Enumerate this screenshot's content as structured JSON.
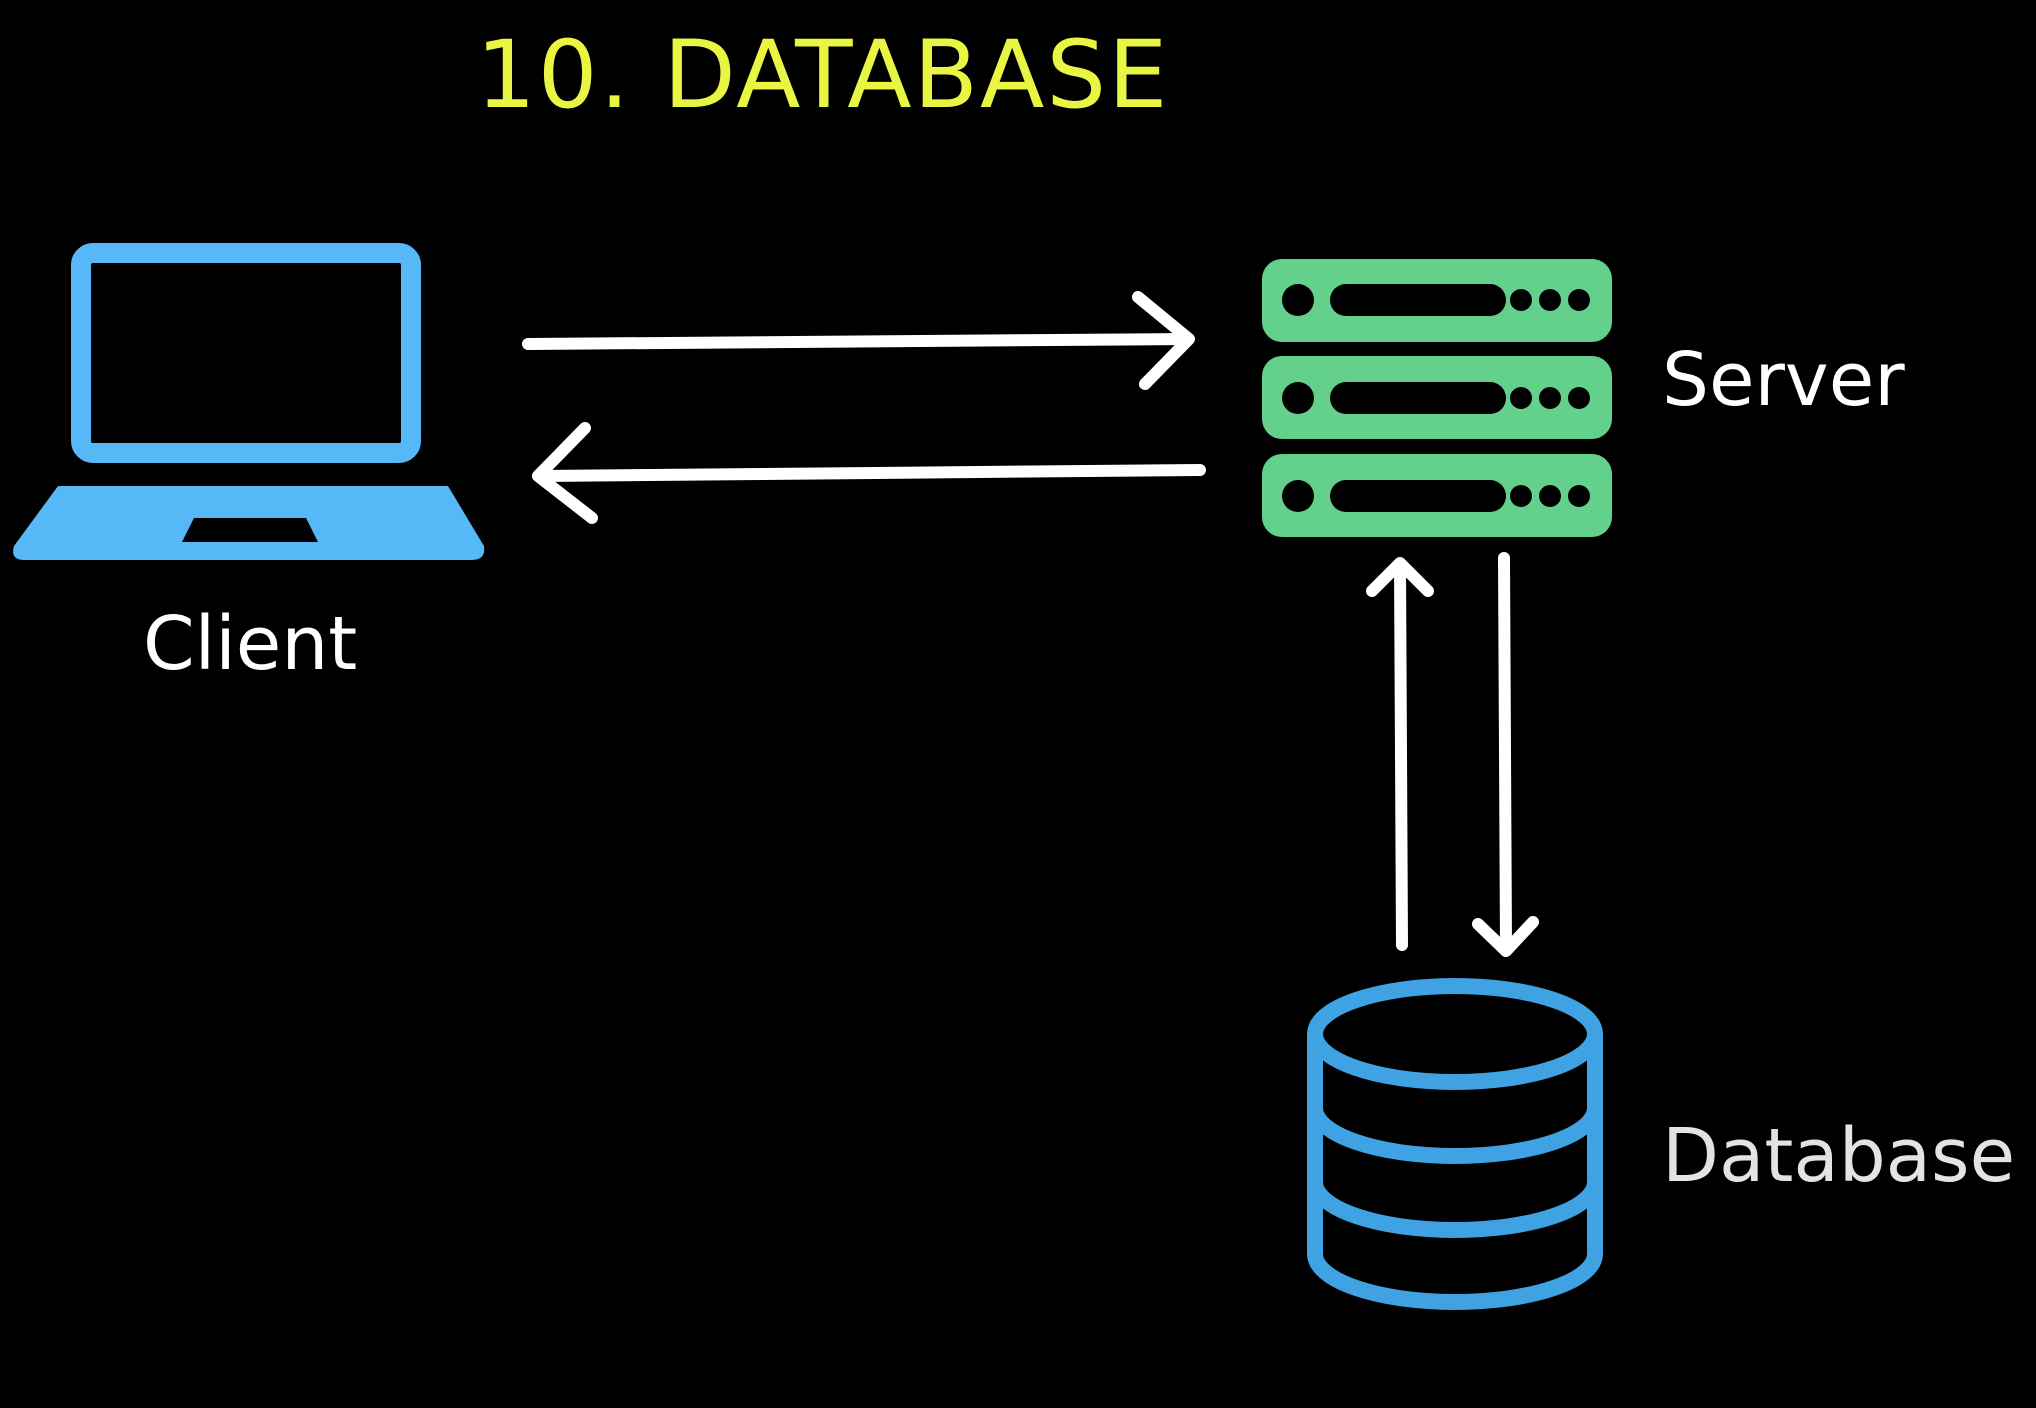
{
  "title": "10. DATABASE",
  "nodes": {
    "client": {
      "label": "Client",
      "icon": "laptop-icon",
      "color": "#56b8f7"
    },
    "server": {
      "label": "Server",
      "icon": "server-rack-icon",
      "color": "#63d08c"
    },
    "database": {
      "label": "Database",
      "icon": "database-cylinder-icon",
      "color": "#3fa2e3"
    }
  },
  "colors": {
    "background": "#000000",
    "title": "#e8f542",
    "arrows": "#ffffff"
  }
}
